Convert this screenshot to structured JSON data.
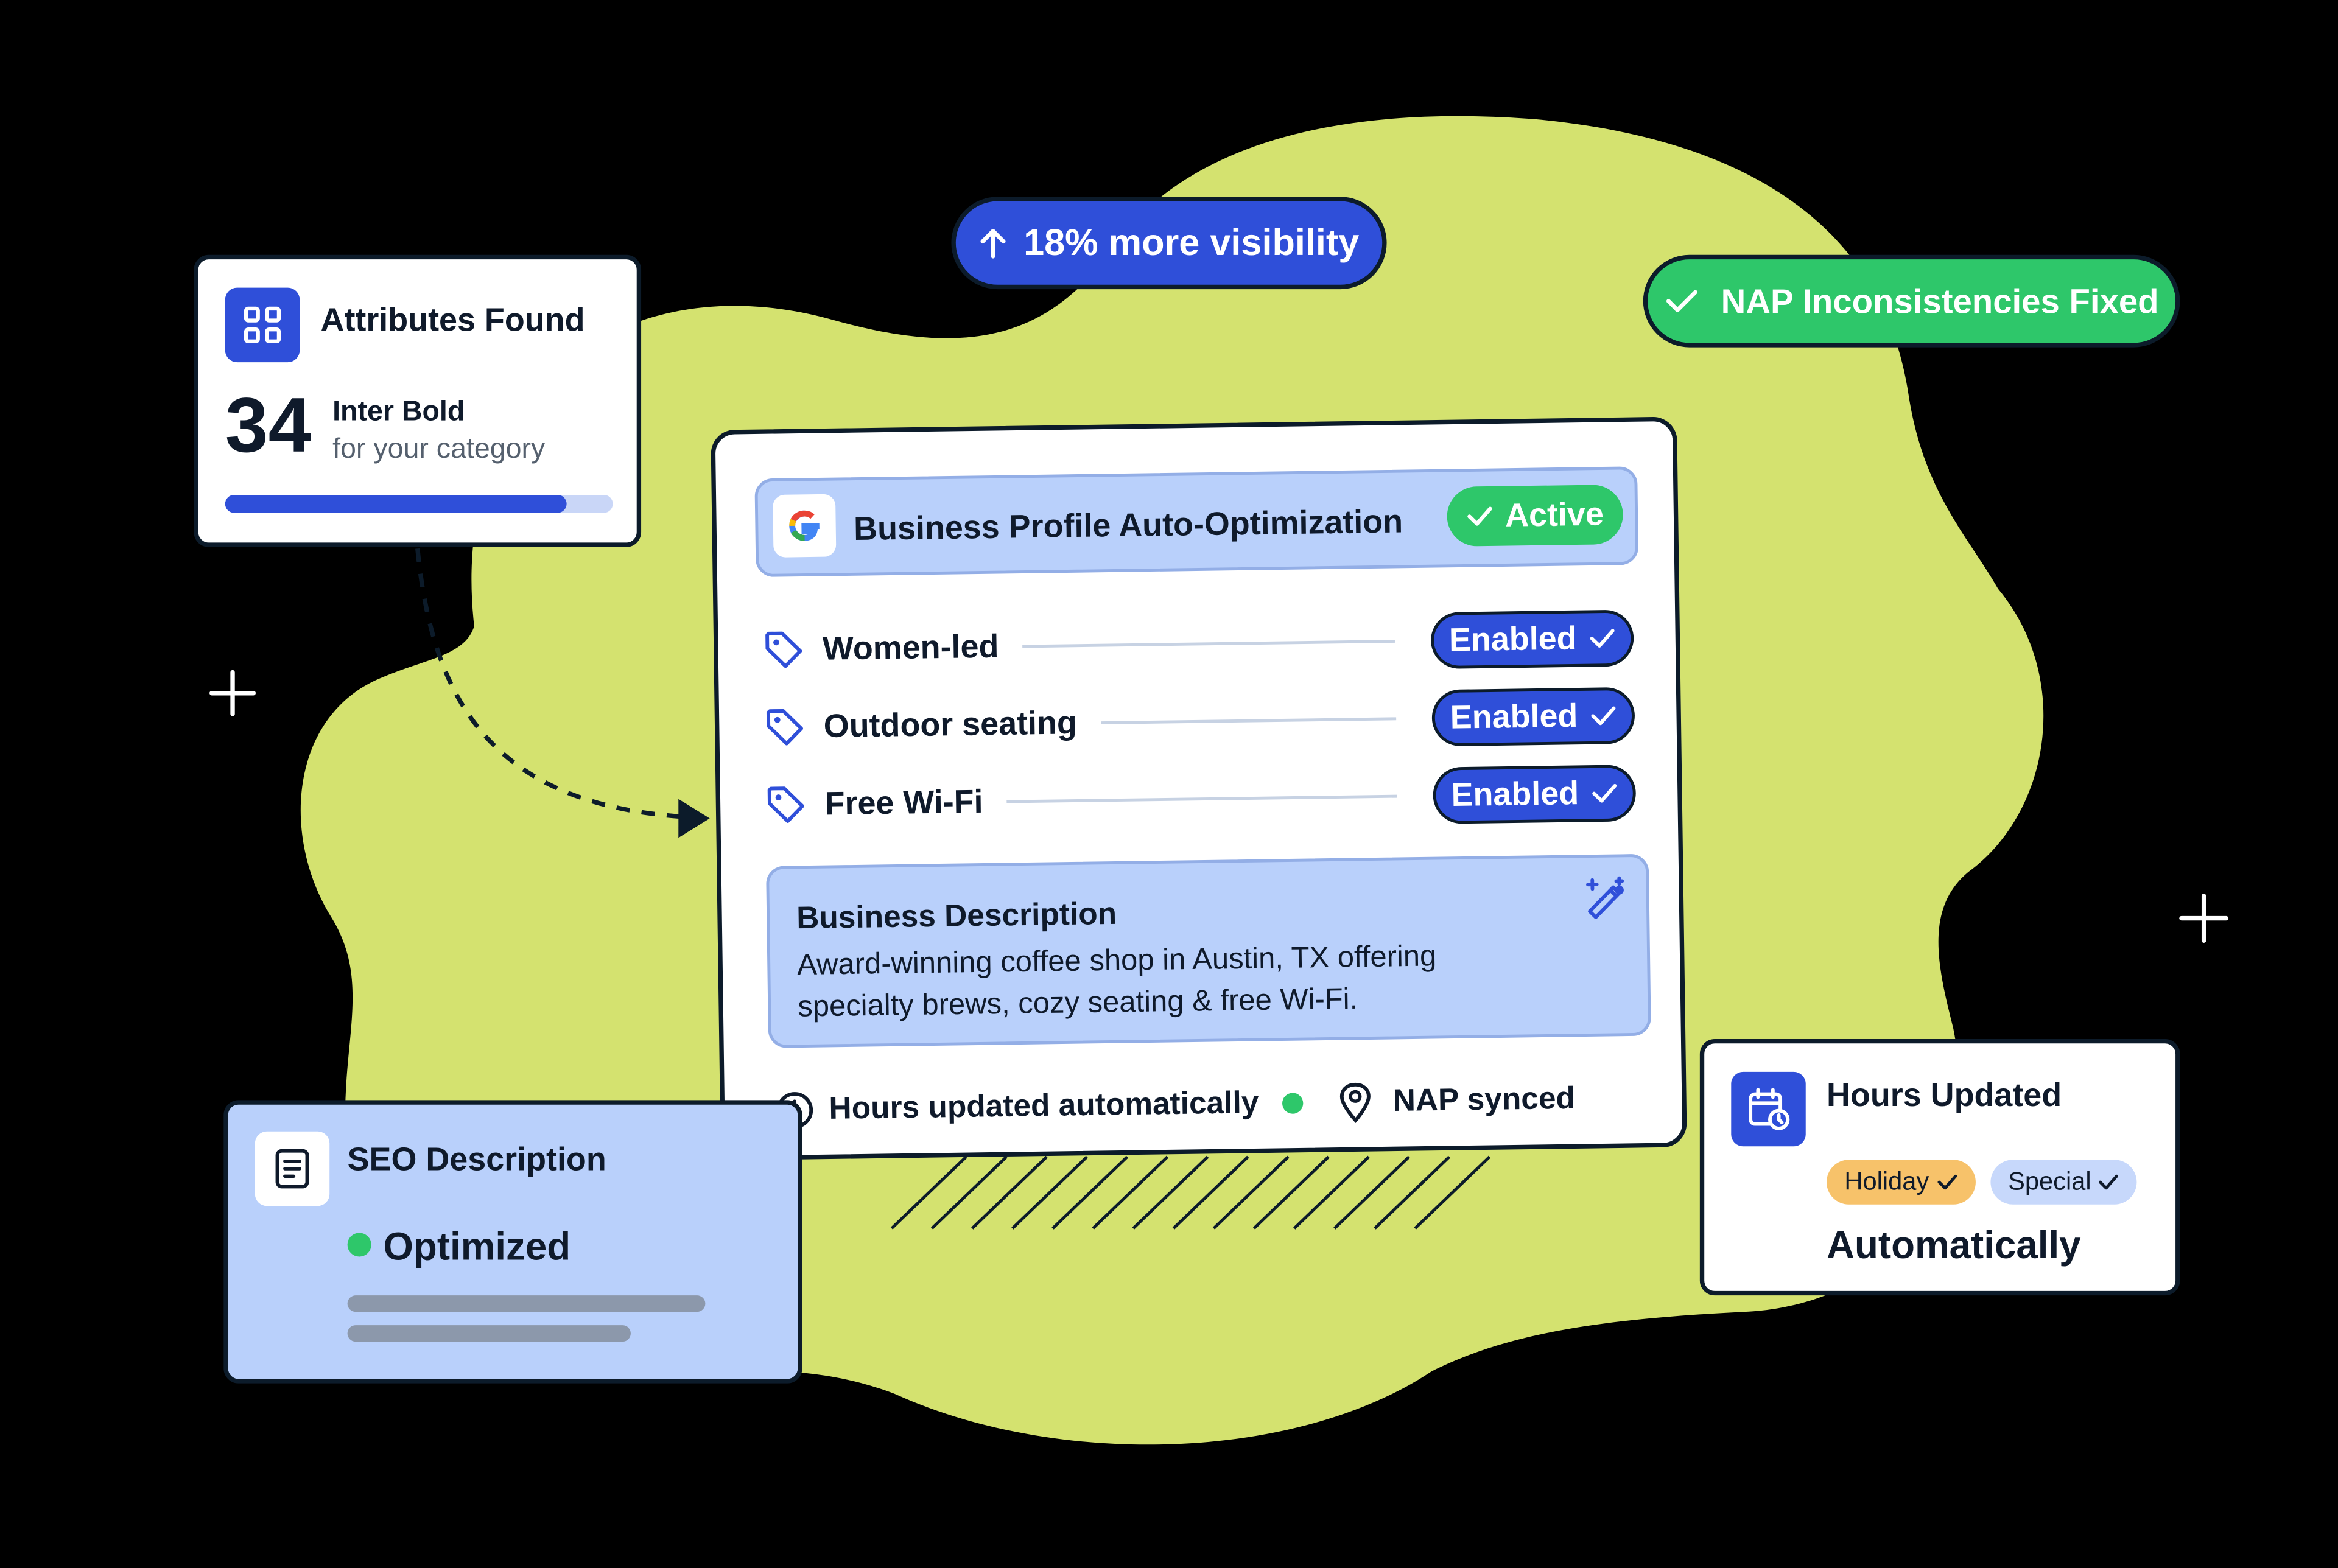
{
  "colors": {
    "background": "#000000",
    "blob": "#d4e26f",
    "blue": "#2f4fd9",
    "green": "#2ec76a",
    "light_blue": "#b9d0fb",
    "dark": "#0c1b2a"
  },
  "visibility_badge": {
    "text": "18% more visibility",
    "icon": "arrow-up-icon"
  },
  "nap_badge": {
    "text": "NAP Inconsistencies Fixed",
    "icon": "check-icon"
  },
  "attributes_card": {
    "title": "Attributes Found",
    "count": "34",
    "count_label": "Inter Bold",
    "subtitle": "for your category",
    "progress": 0.88,
    "icon": "grid-icon"
  },
  "main_panel": {
    "header": {
      "title": "Business Profile Auto-Optimization",
      "status": "Active",
      "logo": "google-logo"
    },
    "attributes": [
      {
        "label": "Women-led",
        "state": "Enabled"
      },
      {
        "label": "Outdoor seating",
        "state": "Enabled"
      },
      {
        "label": "Free Wi-Fi",
        "state": "Enabled"
      }
    ],
    "description": {
      "title": "Business Description",
      "text_line1": "Award-winning coffee shop in Austin, TX offering",
      "text_line2": "specialty brews, cozy seating & free Wi-Fi.",
      "icon": "magic-wand-icon"
    },
    "footer": {
      "hours": "Hours updated automatically",
      "nap": "NAP synced"
    }
  },
  "seo_card": {
    "title": "SEO Description",
    "status": "Optimized",
    "icon": "document-icon"
  },
  "hours_card": {
    "title": "Hours Updated",
    "chips": [
      "Holiday",
      "Special"
    ],
    "subtitle": "Automatically",
    "icon": "calendar-clock-icon"
  }
}
